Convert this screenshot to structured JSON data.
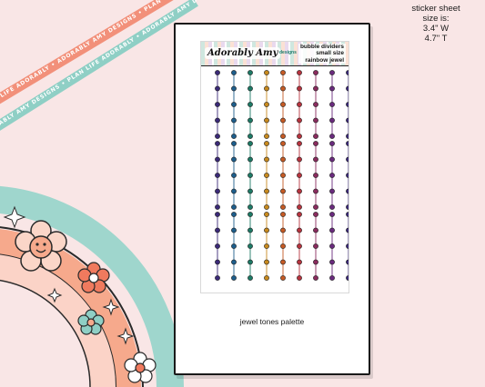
{
  "ribbon": {
    "coral_text": "PLAN LIFE ADORABLY • ADORABLY AMY DESIGNS • PLAN LIFE ADORABLY • ADORABLY AMY DESIGNS •",
    "teal_text": "ADORABLY AMY DESIGNS • PLAN LIFE ADORABLY • ADORABLY AMY DESIGNS • PLAN LIFE ADORABLY •",
    "coral_color": "#f2907a",
    "teal_color": "#8fcfc5"
  },
  "sheet": {
    "brand": "Adorably Amy",
    "brand_sub": "designs",
    "title_line1": "bubble dividers",
    "title_line2": "small size",
    "title_line3": "rainbow jewel",
    "palette_label": "jewel tones palette"
  },
  "size_info": {
    "line1": "sticker sheet",
    "line2": "size is:",
    "line3": "3.4\" W",
    "line4": "4.7\" T"
  },
  "jewel_colors": [
    "#3b2a78",
    "#1d5e8c",
    "#1d7a66",
    "#c88a1e",
    "#c55a24",
    "#b8343f",
    "#8a2b5e",
    "#6a2a7e"
  ],
  "icons": [
    "smiley-flower-icon",
    "daisy-icon",
    "sparkle-icon"
  ]
}
